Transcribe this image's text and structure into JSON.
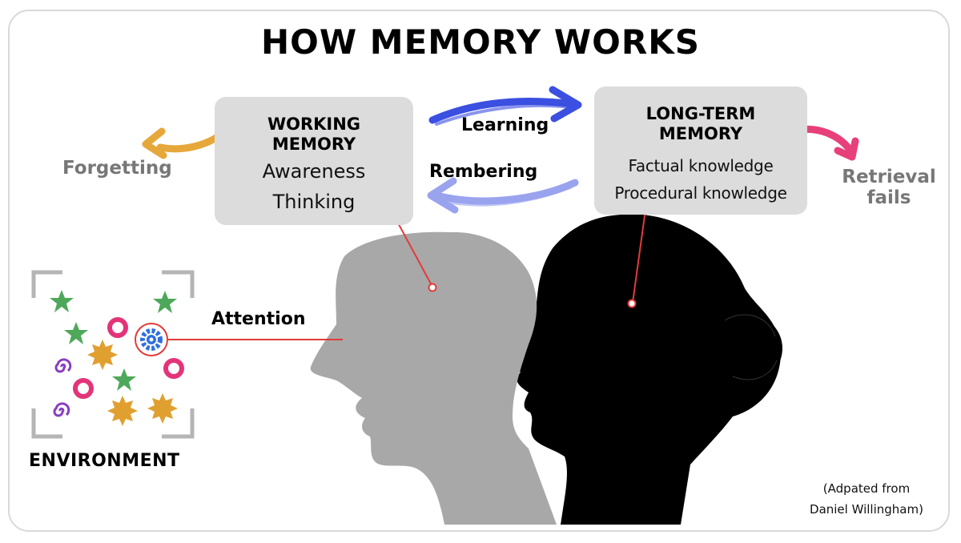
{
  "title": "HOW MEMORY WORKS",
  "working_memory": {
    "title_line1": "WORKING",
    "title_line2": "MEMORY",
    "items": [
      "Awareness",
      "Thinking"
    ]
  },
  "long_term_memory": {
    "title_line1": "LONG-TERM",
    "title_line2": "MEMORY",
    "items": [
      "Factual knowledge",
      "Procedural knowledge"
    ]
  },
  "arrows": {
    "learning": "Learning",
    "rembering": "Rembering",
    "attention": "Attention",
    "forgetting": "Forgetting",
    "retrieval_line1": "Retrieval",
    "retrieval_line2": "fails"
  },
  "environment": {
    "label": "ENVIRONMENT",
    "icons": [
      "star-icon",
      "ring-icon",
      "gear-icon",
      "spiral-icon",
      "burst-icon"
    ]
  },
  "credit": {
    "line1": "(Adpated from",
    "line2": "Daniel Willingham)"
  },
  "colors": {
    "box": "#dcdcdc",
    "learning_arrow": "#3b4fe0",
    "rembering_arrow": "#9aa4ee",
    "forgetting_arrow": "#e6a83a",
    "retrieval_arrow": "#e8407a",
    "pointer_line": "#e23b3b",
    "head_working": "#a8a8a8",
    "head_longterm": "#000000",
    "star": "#4ea85a",
    "ring": "#e3347a",
    "gear": "#2d6fe0",
    "spiral": "#8a3dc0",
    "burst": "#e0a030"
  }
}
